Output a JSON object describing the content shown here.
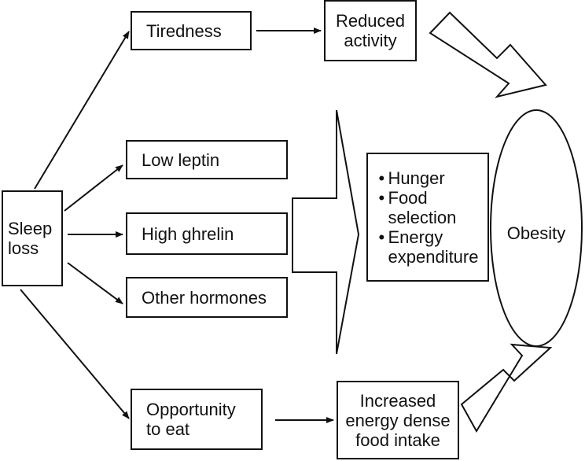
{
  "nodes": {
    "sleep_loss": "Sleep\nloss",
    "tiredness": "Tiredness",
    "reduced_activity": "Reduced\nactivity",
    "low_leptin": "Low leptin",
    "high_ghrelin": "High ghrelin",
    "other_hormones": "Other hormones",
    "opportunity_to_eat": "Opportunity\nto eat",
    "increased_energy_intake": "Increased\nenergy dense\nfood intake",
    "effects": [
      "Hunger",
      "Food\nselection",
      "Energy\nexpenditure"
    ],
    "obesity": "Obesity"
  },
  "colors": {
    "stroke": "#111111",
    "background": "#ffffff"
  }
}
